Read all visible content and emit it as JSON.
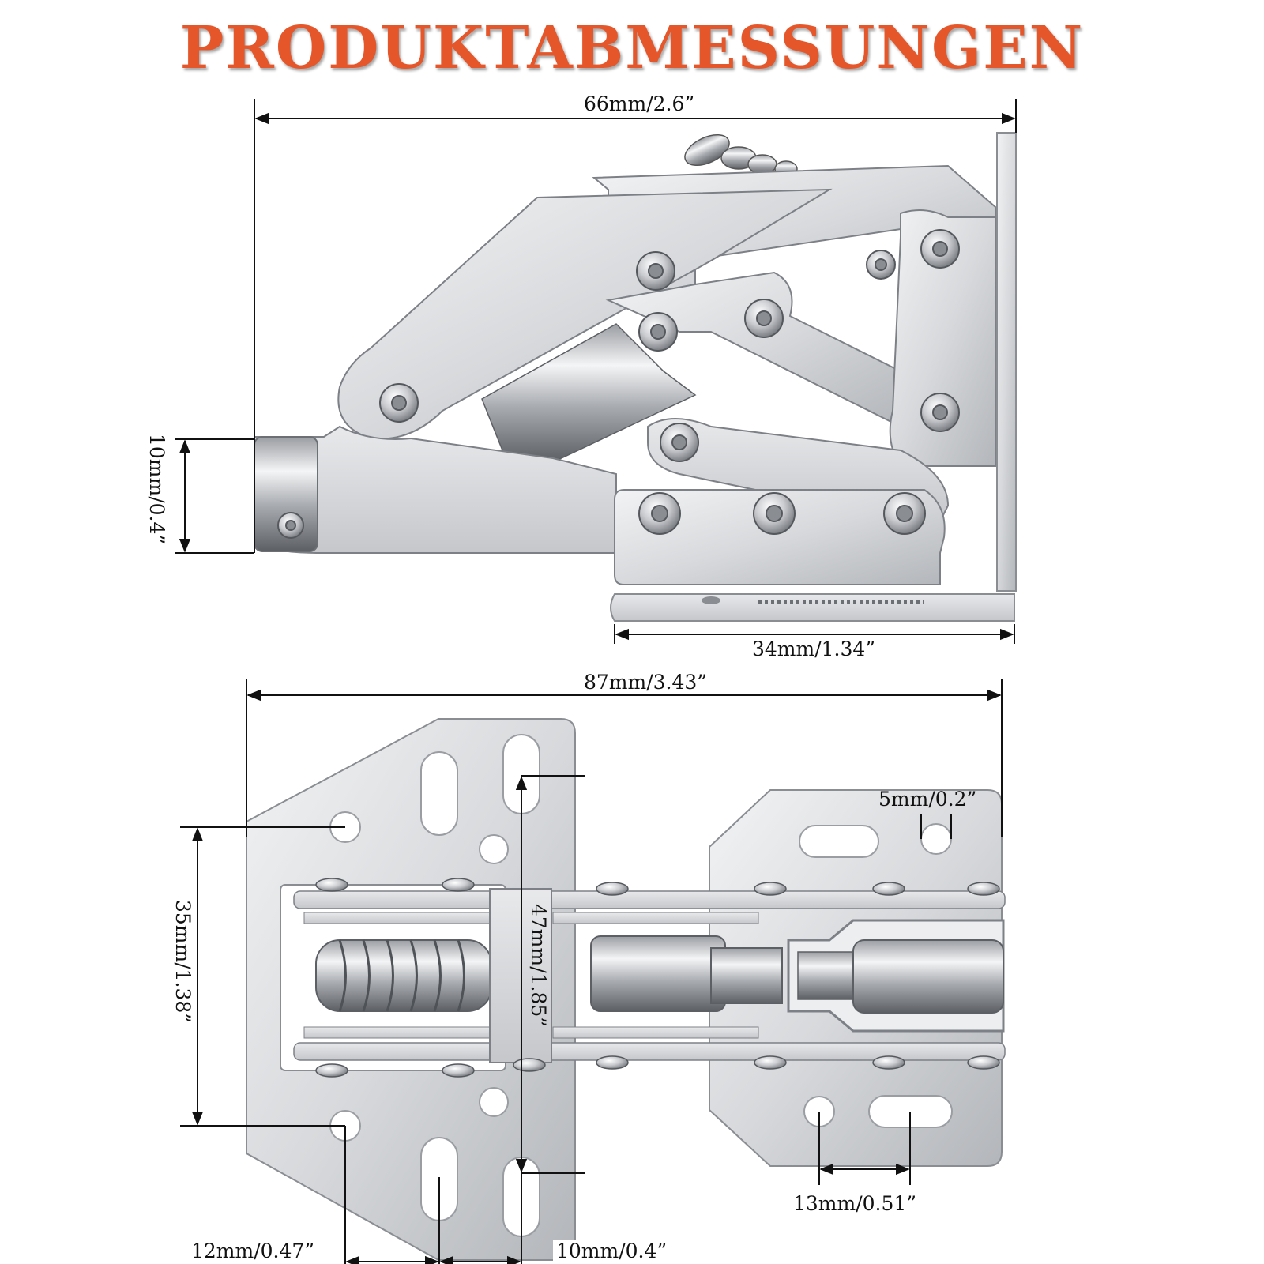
{
  "title": "PRODUKTABMESSUNGEN",
  "colors": {
    "title": "#e5572b",
    "metal_light": "#e4e5e7",
    "metal_mid": "#bfc1c5",
    "metal_dark": "#7d8086",
    "line": "#111111"
  },
  "side_view": {
    "width_label": "66mm/2.6”",
    "height_label": "10mm/0.4”",
    "base_label": "34mm/1.34”"
  },
  "top_view": {
    "width_label": "87mm/3.43”",
    "height_label": "35mm/1.38”",
    "inner_height_label": "47mm/1.85”",
    "hole_label": "5mm/0.2”",
    "slot_spacing_label": "13mm/0.51”",
    "left_offset_label": "12mm/0.47”",
    "mid_offset_label": "10mm/0.4”"
  }
}
